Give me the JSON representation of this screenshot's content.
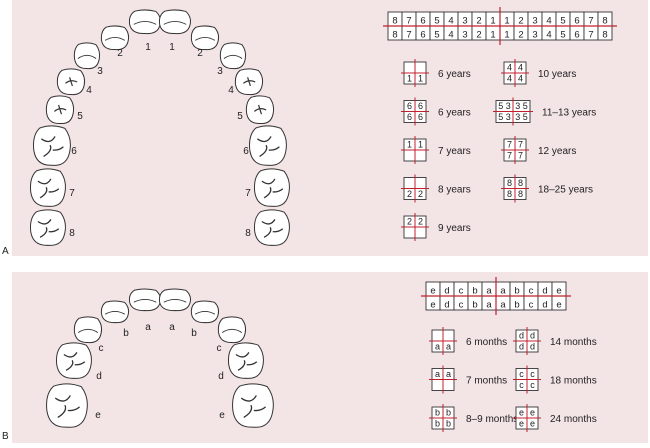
{
  "panel_a": {
    "label": "A",
    "arch_numbers_left": [
      "1",
      "2",
      "3",
      "4",
      "5",
      "6",
      "7",
      "8"
    ],
    "arch_numbers_right": [
      "1",
      "2",
      "3",
      "4",
      "5",
      "6",
      "7",
      "8"
    ],
    "grid_left": [
      "8",
      "7",
      "6",
      "5",
      "4",
      "3",
      "2",
      "1"
    ],
    "grid_right": [
      "1",
      "2",
      "3",
      "4",
      "5",
      "6",
      "7",
      "8"
    ],
    "stages_col1": [
      {
        "tl": "",
        "tr": "",
        "bl": "1",
        "br": "1",
        "age": "6 years"
      },
      {
        "tl": "6",
        "tr": "6",
        "bl": "6",
        "br": "6",
        "age": "6 years"
      },
      {
        "tl": "1",
        "tr": "1",
        "bl": "",
        "br": "",
        "age": "7 years"
      },
      {
        "tl": "",
        "tr": "",
        "bl": "2",
        "br": "2",
        "age": "8 years"
      },
      {
        "tl": "2",
        "tr": "2",
        "bl": "",
        "br": "",
        "age": "9 years"
      }
    ],
    "stages_col2": [
      {
        "tl": "4",
        "tr": "4",
        "bl": "4",
        "br": "4",
        "age": "10 years"
      },
      {
        "tl": "5 3",
        "tr": "3 5",
        "bl": "5 3",
        "br": "3 5",
        "age": "11–13 years"
      },
      {
        "tl": "7",
        "tr": "7",
        "bl": "7",
        "br": "7",
        "age": "12 years"
      },
      {
        "tl": "8",
        "tr": "8",
        "bl": "8",
        "br": "8",
        "age": "18–25 years"
      }
    ]
  },
  "panel_b": {
    "label": "B",
    "arch_letters_left": [
      "a",
      "b",
      "c",
      "d",
      "e"
    ],
    "arch_letters_right": [
      "a",
      "b",
      "c",
      "d",
      "e"
    ],
    "grid_left": [
      "e",
      "d",
      "c",
      "b",
      "a"
    ],
    "grid_right": [
      "a",
      "b",
      "c",
      "d",
      "e"
    ],
    "stages_col1": [
      {
        "tl": "",
        "tr": "",
        "bl": "a",
        "br": "a",
        "age": "6 months"
      },
      {
        "tl": "a",
        "tr": "a",
        "bl": "",
        "br": "",
        "age": "7 months"
      },
      {
        "tl": "b",
        "tr": "b",
        "bl": "b",
        "br": "b",
        "age": "8–9 months"
      }
    ],
    "stages_col2": [
      {
        "tl": "d",
        "tr": "d",
        "bl": "d",
        "br": "d",
        "age": "14 months"
      },
      {
        "tl": "c",
        "tr": "c",
        "bl": "c",
        "br": "c",
        "age": "18 months"
      },
      {
        "tl": "e",
        "tr": "e",
        "bl": "e",
        "br": "e",
        "age": "24 months"
      }
    ]
  },
  "colors": {
    "panel": "#f3e4e6",
    "axis": "#c0202e",
    "tooth_fill": "#ffffff",
    "stroke": "#333333"
  }
}
